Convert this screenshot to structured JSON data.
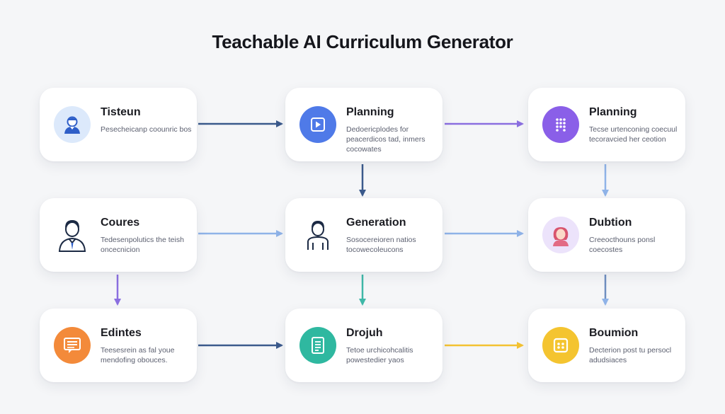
{
  "title": "Teachable AI Curriculum Generator",
  "colors": {
    "arrow_dark_blue": "#3b5a8c",
    "arrow_light_blue": "#8fb3e8",
    "arrow_purple": "#8b6fe0",
    "arrow_teal": "#3fb8a8",
    "arrow_yellow": "#f3c232"
  },
  "nodes": [
    {
      "id": "tisteun",
      "heading": "Tisteun",
      "desc": "Pesecheicanp coounric bos",
      "icon": "user-avatar-icon"
    },
    {
      "id": "planning-1",
      "heading": "Planning",
      "desc": "Dedoericplodes for peacerdicos tad, inmers cocowates",
      "icon": "play-square-icon"
    },
    {
      "id": "planning-2",
      "heading": "Planning",
      "desc": "Tecse urtenconing coecuul tecoravcied her ceotion",
      "icon": "dot-grid-icon"
    },
    {
      "id": "coures",
      "heading": "Coures",
      "desc": "Tedesenpolutics the teish oncecnicion",
      "icon": "businessman-icon"
    },
    {
      "id": "generation",
      "heading": "Generation",
      "desc": "Sosocereioren natios tocowecoleucons",
      "icon": "person-icon"
    },
    {
      "id": "dubtion",
      "heading": "Dubtion",
      "desc": "Creeocthouns ponsl coecostes",
      "icon": "woman-avatar-icon"
    },
    {
      "id": "edintes",
      "heading": "Edintes",
      "desc": "Teesesrein as fal youe mendofing obouces.",
      "icon": "message-icon"
    },
    {
      "id": "drojuh",
      "heading": "Drojuh",
      "desc": "Tetoe urchicohcalitis powestedier yaos",
      "icon": "document-icon"
    },
    {
      "id": "boumion",
      "heading": "Boumion",
      "desc": "Decterion post tu persocl adudsiaces",
      "icon": "grid-square-icon"
    }
  ]
}
